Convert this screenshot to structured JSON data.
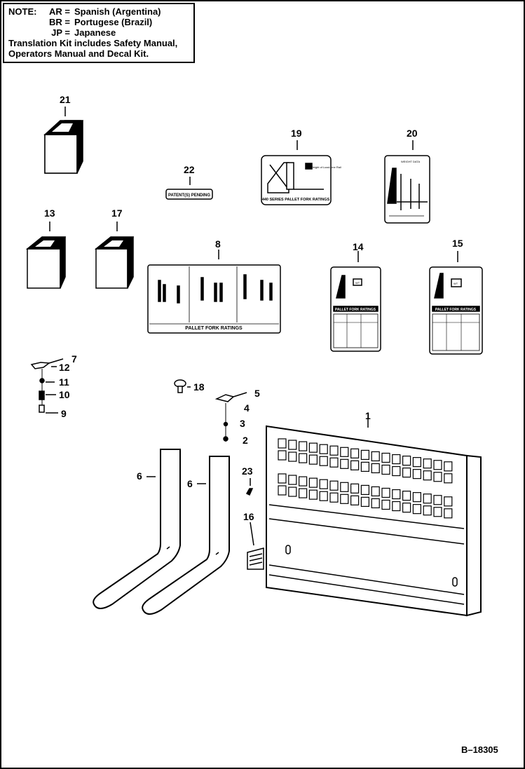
{
  "note": {
    "lead": "NOTE:",
    "lines": [
      {
        "key": "AR =",
        "value": "Spanish (Argentina)"
      },
      {
        "key": "BR =",
        "value": "Portugese (Brazil)"
      },
      {
        "key": "JP =",
        "value": "Japanese"
      }
    ],
    "text1": "Translation Kit includes Safety Manual,",
    "text2": "Operators Manual and Decal Kit."
  },
  "callouts": [
    "21",
    "22",
    "19",
    "20",
    "13",
    "17",
    "8",
    "14",
    "15",
    "7",
    "12",
    "11",
    "10",
    "9",
    "18",
    "5",
    "4",
    "3",
    "2",
    "1",
    "6",
    "6",
    "23",
    "16"
  ],
  "decals": {
    "d22": "PATENT(S) PENDING",
    "d19_small": "Weight of Load-Line Rail",
    "d19_caption1": "440 SERIES PALLET FORK RATINGS",
    "d20_title": "WEIGHT DATA",
    "d8_caption": "PALLET FORK RATINGS",
    "d14_caption": "PALLET FORK RATINGS",
    "d15_caption": "PALLET FORK RATINGS",
    "wt": "WT"
  },
  "figure_id": "B–18305"
}
